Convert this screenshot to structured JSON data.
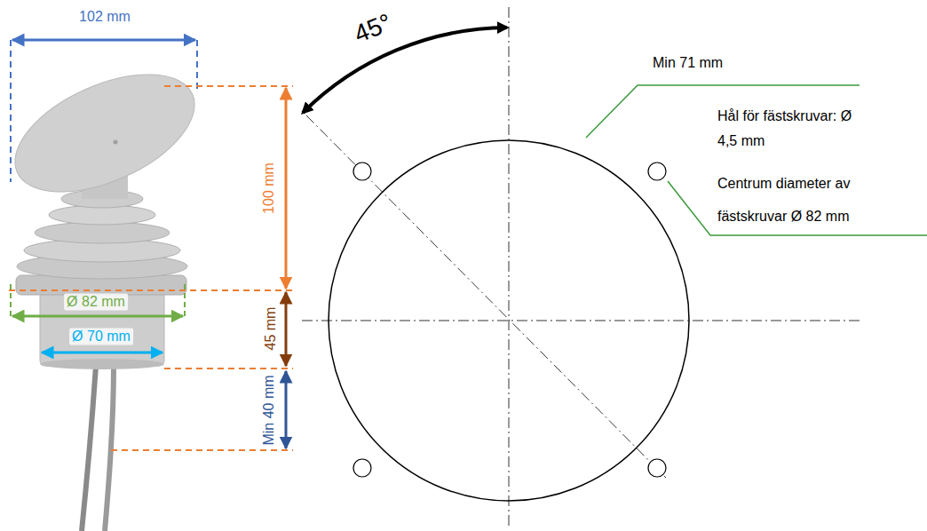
{
  "diagram": {
    "labels": [
      "102 mm",
      "100 mm",
      "Ø 82 mm",
      "Ø 70 mm",
      "45 mm",
      "Min 40 mm",
      "45°",
      "Min 71 mm",
      "Hål för fästskruvar: Ø 4,5 mm",
      "Centrum diameter av fästskruvar Ø 82 mm"
    ]
  }
}
